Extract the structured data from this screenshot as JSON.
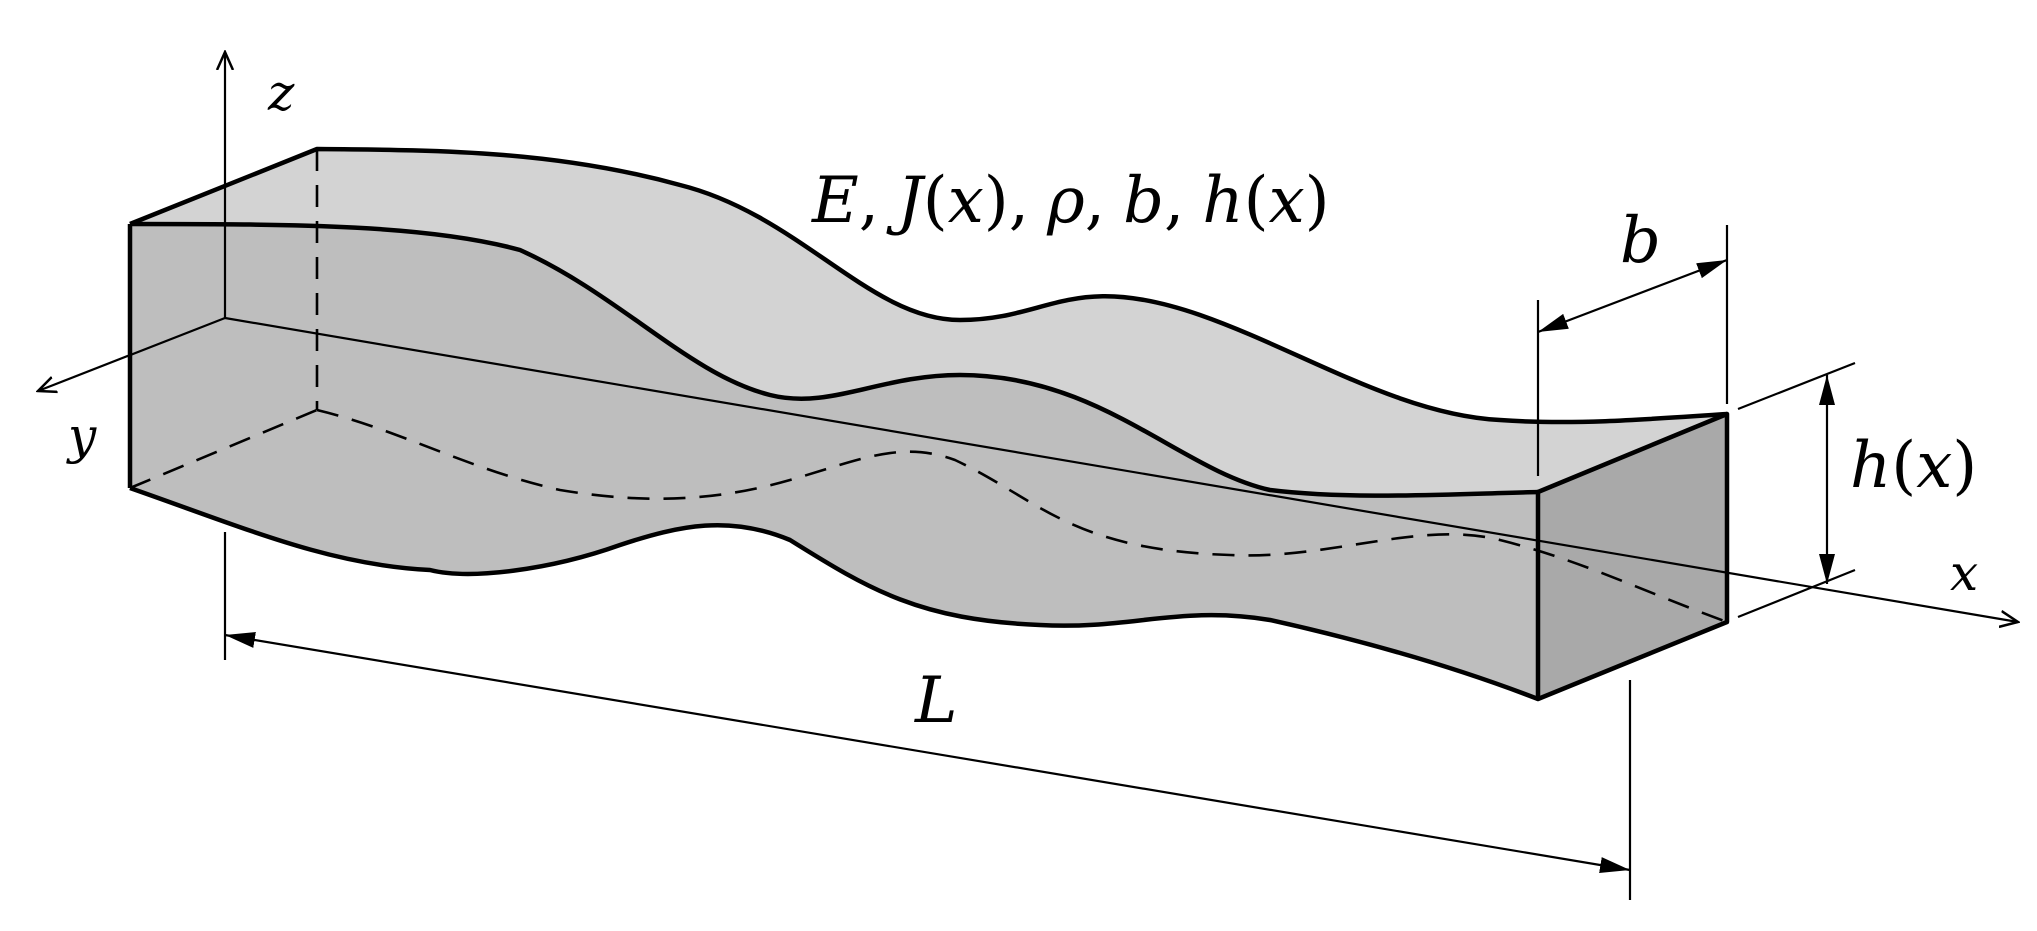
{
  "diagram": {
    "axes": {
      "x": "x",
      "y": "y",
      "z": "z"
    },
    "parameters": {
      "E": "E",
      "comma": ",",
      "J": "J",
      "rho": "ρ",
      "b": "b",
      "h": "h",
      "var": "x",
      "open": "(",
      "close": ")"
    },
    "dimensions": {
      "length": "L",
      "width": "b",
      "height_fn": "h",
      "height_var": "x",
      "open": "(",
      "close": ")"
    },
    "colors": {
      "top_face": "#d3d3d3",
      "side_face": "#bebebe",
      "end_face": "#a9a9a9",
      "stroke": "#000000"
    }
  }
}
